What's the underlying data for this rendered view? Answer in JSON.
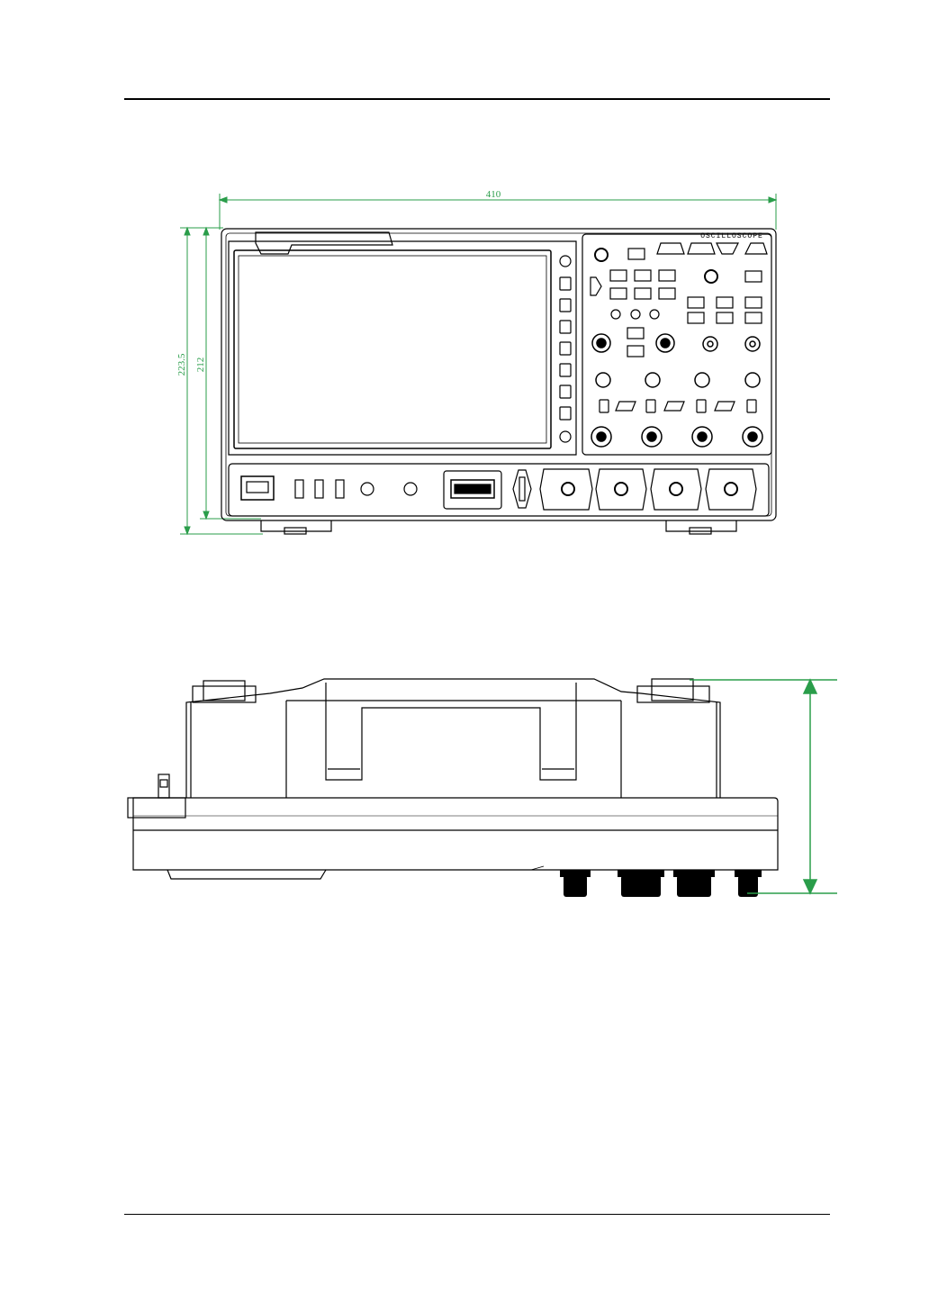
{
  "page": {
    "header_rule": true,
    "footer_rule": true
  },
  "front_view": {
    "width_dimension": "410",
    "height_dimension_outer": "223.5",
    "height_dimension_inner": "212",
    "brand_text": "OSCILLOSCOPE"
  },
  "colors": {
    "dimension_lines": "#2a9d4a",
    "outline": "#000000",
    "background": "#ffffff"
  }
}
